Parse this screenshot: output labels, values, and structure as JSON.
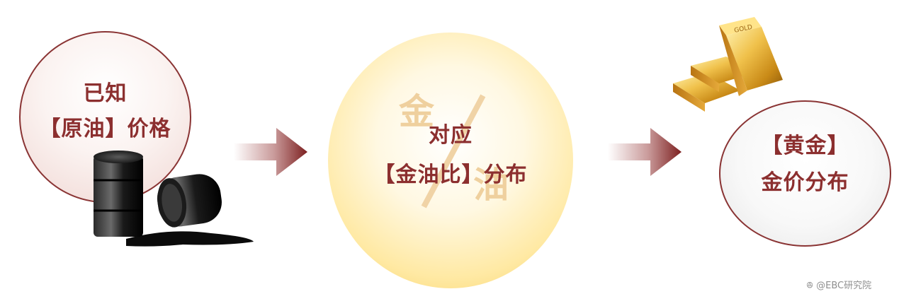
{
  "left_circle": {
    "line1": "已知",
    "line2": "【原油】价格"
  },
  "middle_circle": {
    "line1": "对应",
    "line2": "【金油比】分布",
    "watermark_top": "金",
    "watermark_bottom": "油"
  },
  "right_circle": {
    "line1": "【黄金】",
    "line2": "金价分布"
  },
  "gold_bar_stamp": "GOLD",
  "footer": {
    "icon": "weibo-icon",
    "text": "@EBC研究院"
  },
  "colors": {
    "text_red": "#8c2f2f",
    "border_red": "#8a3434",
    "arrow_red": "#7d2020",
    "mid_yellow": "#f6cf61",
    "gold": "#d9a62b"
  }
}
